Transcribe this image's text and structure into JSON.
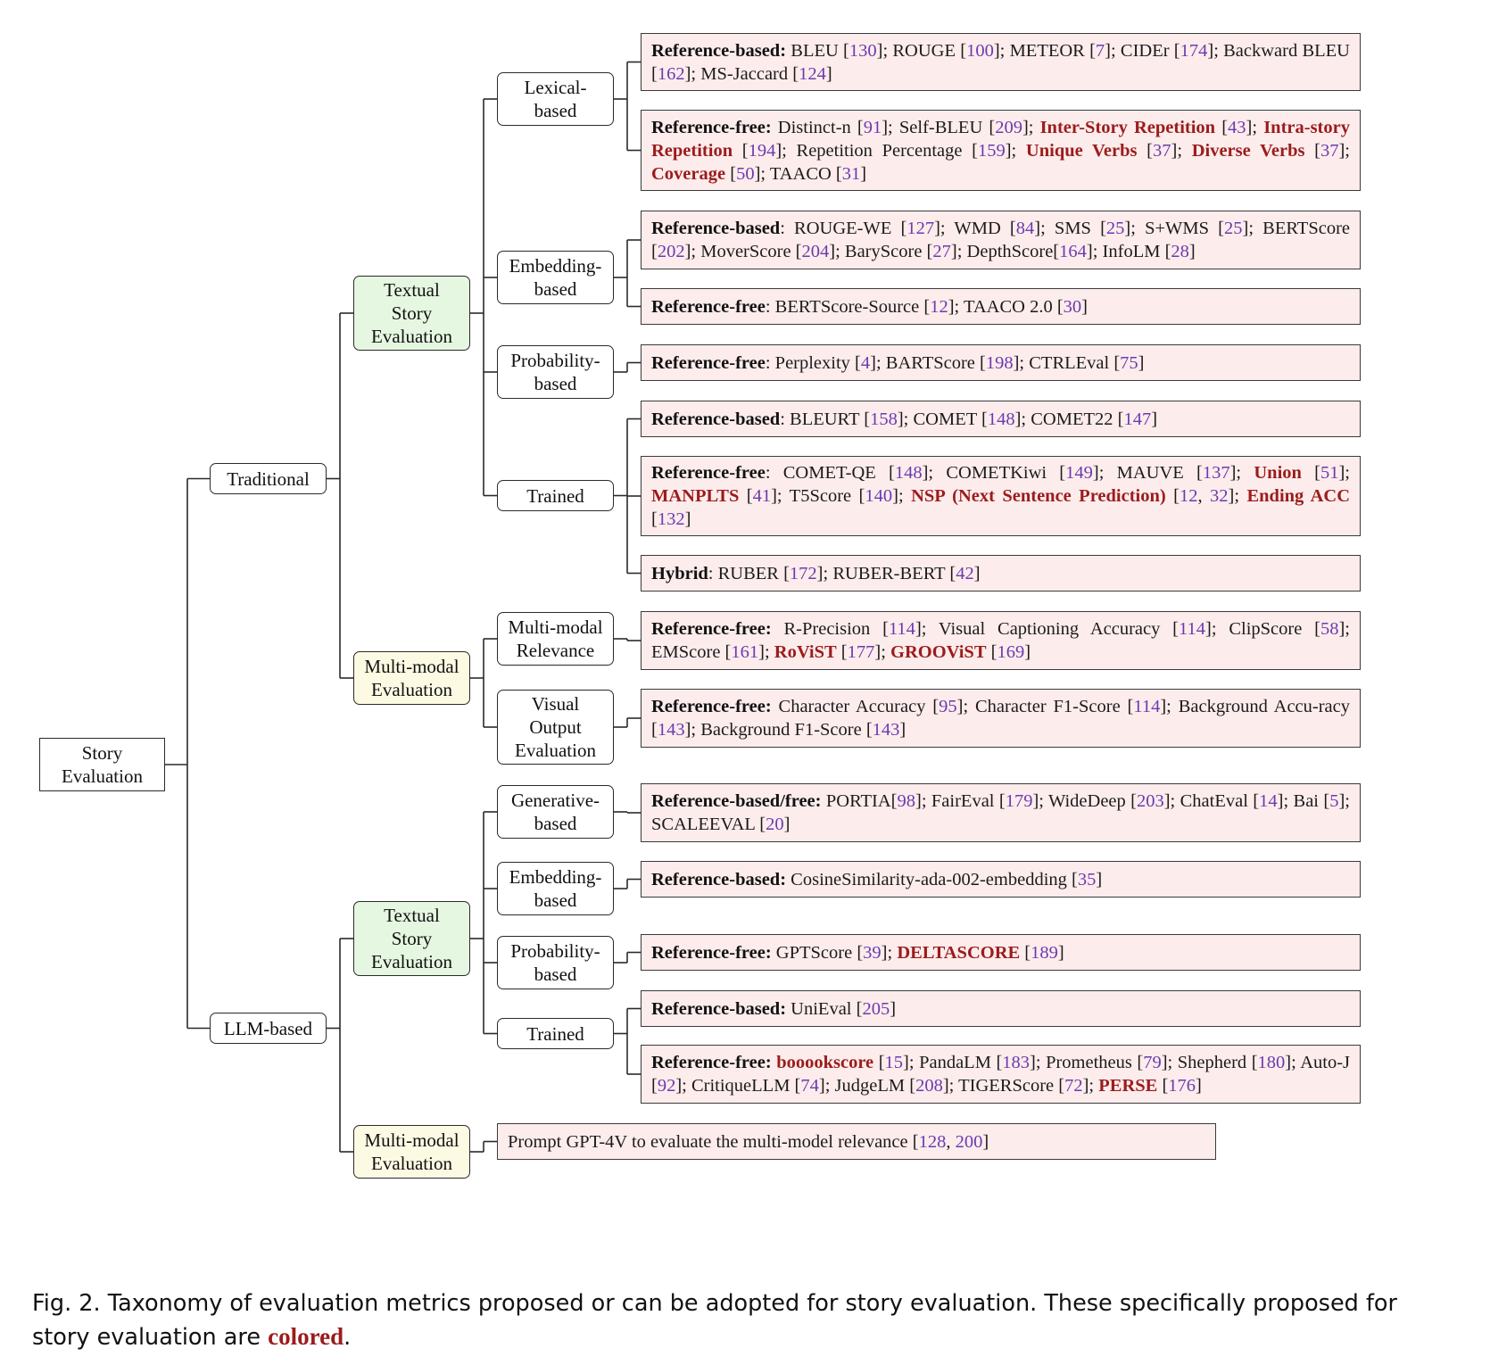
{
  "root": "Story\nEvaluation",
  "l1": {
    "traditional": "Traditional",
    "llm": "LLM-based"
  },
  "l2": {
    "trad_text": "Textual\nStory\nEvaluation",
    "trad_mm": "Multi-modal\nEvaluation",
    "llm_text": "Textual\nStory\nEvaluation",
    "llm_mm": "Multi-modal\nEvaluation"
  },
  "l3": {
    "lexical": "Lexical-\nbased",
    "embedding": "Embedding-\nbased",
    "probability": "Probability-\nbased",
    "trained": "Trained",
    "mm_relevance": "Multi-modal\nRelevance",
    "visual_output": "Visual\nOutput\nEvaluation",
    "generative": "Generative-\nbased",
    "llm_embedding": "Embedding-\nbased",
    "llm_probability": "Probability-\nbased",
    "llm_trained": "Trained"
  },
  "leaves": [
    {
      "id": "lex_ref",
      "segments": [
        {
          "t": "Reference-based:",
          "s": "b"
        },
        {
          "t": " BLEU ["
        },
        {
          "t": "130",
          "s": "r"
        },
        {
          "t": "]; ROUGE ["
        },
        {
          "t": "100",
          "s": "r"
        },
        {
          "t": "]; METEOR ["
        },
        {
          "t": "7",
          "s": "r"
        },
        {
          "t": "]; CIDEr ["
        },
        {
          "t": "174",
          "s": "r"
        },
        {
          "t": "]; Backward BLEU ["
        },
        {
          "t": "162",
          "s": "r"
        },
        {
          "t": "]; MS-Jaccard ["
        },
        {
          "t": "124",
          "s": "r"
        },
        {
          "t": "]"
        }
      ]
    },
    {
      "id": "lex_free",
      "segments": [
        {
          "t": "Reference-free:",
          "s": "b"
        },
        {
          "t": " Distinct-n ["
        },
        {
          "t": "91",
          "s": "r"
        },
        {
          "t": "]; Self-BLEU ["
        },
        {
          "t": "209",
          "s": "r"
        },
        {
          "t": "]; "
        },
        {
          "t": "Inter-Story Repetition",
          "s": "h"
        },
        {
          "t": " ["
        },
        {
          "t": "43",
          "s": "r"
        },
        {
          "t": "]; "
        },
        {
          "t": "Intra-story Repetition",
          "s": "h"
        },
        {
          "t": " ["
        },
        {
          "t": "194",
          "s": "r"
        },
        {
          "t": "]; Repetition Percentage ["
        },
        {
          "t": "159",
          "s": "r"
        },
        {
          "t": "]; "
        },
        {
          "t": "Unique Verbs",
          "s": "h"
        },
        {
          "t": " ["
        },
        {
          "t": "37",
          "s": "r"
        },
        {
          "t": "]; "
        },
        {
          "t": "Diverse Verbs",
          "s": "h"
        },
        {
          "t": " ["
        },
        {
          "t": "37",
          "s": "r"
        },
        {
          "t": "]; "
        },
        {
          "t": "Coverage",
          "s": "h"
        },
        {
          "t": " ["
        },
        {
          "t": "50",
          "s": "r"
        },
        {
          "t": "]; TAACO ["
        },
        {
          "t": "31",
          "s": "r"
        },
        {
          "t": "]"
        }
      ]
    },
    {
      "id": "emb_ref",
      "segments": [
        {
          "t": "Reference-based",
          "s": "b"
        },
        {
          "t": ": ROUGE-WE ["
        },
        {
          "t": "127",
          "s": "r"
        },
        {
          "t": "]; WMD ["
        },
        {
          "t": "84",
          "s": "r"
        },
        {
          "t": "]; SMS ["
        },
        {
          "t": "25",
          "s": "r"
        },
        {
          "t": "]; S+WMS ["
        },
        {
          "t": "25",
          "s": "r"
        },
        {
          "t": "]; BERTScore ["
        },
        {
          "t": "202",
          "s": "r"
        },
        {
          "t": "]; MoverScore ["
        },
        {
          "t": "204",
          "s": "r"
        },
        {
          "t": "]; BaryScore ["
        },
        {
          "t": "27",
          "s": "r"
        },
        {
          "t": "]; DepthScore["
        },
        {
          "t": "164",
          "s": "r"
        },
        {
          "t": "]; InfoLM ["
        },
        {
          "t": "28",
          "s": "r"
        },
        {
          "t": "]"
        }
      ]
    },
    {
      "id": "emb_free",
      "segments": [
        {
          "t": "Reference-free",
          "s": "b"
        },
        {
          "t": ": BERTScore-Source ["
        },
        {
          "t": "12",
          "s": "r"
        },
        {
          "t": "]; TAACO 2.0 ["
        },
        {
          "t": "30",
          "s": "r"
        },
        {
          "t": "]"
        }
      ]
    },
    {
      "id": "prob_free",
      "segments": [
        {
          "t": "Reference-free",
          "s": "b"
        },
        {
          "t": ": Perplexity ["
        },
        {
          "t": "4",
          "s": "r"
        },
        {
          "t": "]; BARTScore ["
        },
        {
          "t": "198",
          "s": "r"
        },
        {
          "t": "]; CTRLEval ["
        },
        {
          "t": "75",
          "s": "r"
        },
        {
          "t": "]"
        }
      ]
    },
    {
      "id": "tr_ref",
      "segments": [
        {
          "t": "Reference-based",
          "s": "b"
        },
        {
          "t": ": BLEURT ["
        },
        {
          "t": "158",
          "s": "r"
        },
        {
          "t": "]; COMET ["
        },
        {
          "t": "148",
          "s": "r"
        },
        {
          "t": "]; COMET22 ["
        },
        {
          "t": "147",
          "s": "r"
        },
        {
          "t": "]"
        }
      ]
    },
    {
      "id": "tr_free",
      "segments": [
        {
          "t": "Reference-free",
          "s": "b"
        },
        {
          "t": ": COMET-QE ["
        },
        {
          "t": "148",
          "s": "r"
        },
        {
          "t": "]; COMETKiwi ["
        },
        {
          "t": "149",
          "s": "r"
        },
        {
          "t": "]; MAUVE ["
        },
        {
          "t": "137",
          "s": "r"
        },
        {
          "t": "]; "
        },
        {
          "t": "Union",
          "s": "h"
        },
        {
          "t": " ["
        },
        {
          "t": "51",
          "s": "r"
        },
        {
          "t": "]; "
        },
        {
          "t": "MANPLTS",
          "s": "h"
        },
        {
          "t": " ["
        },
        {
          "t": "41",
          "s": "r"
        },
        {
          "t": "]; T5Score ["
        },
        {
          "t": "140",
          "s": "r"
        },
        {
          "t": "]; "
        },
        {
          "t": "NSP (Next Sentence Prediction)",
          "s": "h"
        },
        {
          "t": " ["
        },
        {
          "t": "12",
          "s": "r"
        },
        {
          "t": ", "
        },
        {
          "t": "32",
          "s": "r"
        },
        {
          "t": "]; "
        },
        {
          "t": "Ending ACC",
          "s": "h"
        },
        {
          "t": " ["
        },
        {
          "t": "132",
          "s": "r"
        },
        {
          "t": "]"
        }
      ]
    },
    {
      "id": "tr_hybrid",
      "segments": [
        {
          "t": "Hybrid",
          "s": "b"
        },
        {
          "t": ": RUBER ["
        },
        {
          "t": "172",
          "s": "r"
        },
        {
          "t": "]; RUBER-BERT ["
        },
        {
          "t": "42",
          "s": "r"
        },
        {
          "t": "]"
        }
      ]
    },
    {
      "id": "mmr_free",
      "segments": [
        {
          "t": "Reference-free:",
          "s": "b"
        },
        {
          "t": " R-Precision ["
        },
        {
          "t": "114",
          "s": "r"
        },
        {
          "t": "]; Visual Captioning Accuracy ["
        },
        {
          "t": "114",
          "s": "r"
        },
        {
          "t": "]; ClipScore ["
        },
        {
          "t": "58",
          "s": "r"
        },
        {
          "t": "]; EMScore ["
        },
        {
          "t": "161",
          "s": "r"
        },
        {
          "t": "]; "
        },
        {
          "t": "RoViST",
          "s": "h"
        },
        {
          "t": " ["
        },
        {
          "t": "177",
          "s": "r"
        },
        {
          "t": "]; "
        },
        {
          "t": "GROOViST",
          "s": "h"
        },
        {
          "t": " ["
        },
        {
          "t": "169",
          "s": "r"
        },
        {
          "t": "]"
        }
      ]
    },
    {
      "id": "vo_free",
      "segments": [
        {
          "t": "Reference-free:",
          "s": "b"
        },
        {
          "t": " Character Accuracy ["
        },
        {
          "t": "95",
          "s": "r"
        },
        {
          "t": "]; Character F1-Score ["
        },
        {
          "t": "114",
          "s": "r"
        },
        {
          "t": "]; Background Accu-racy ["
        },
        {
          "t": "143",
          "s": "r"
        },
        {
          "t": "]; Background F1-Score ["
        },
        {
          "t": "143",
          "s": "r"
        },
        {
          "t": "]"
        }
      ]
    },
    {
      "id": "gen_both",
      "segments": [
        {
          "t": "Reference-based/free:",
          "s": "b"
        },
        {
          "t": " PORTIA["
        },
        {
          "t": "98",
          "s": "r"
        },
        {
          "t": "]; FairEval ["
        },
        {
          "t": "179",
          "s": "r"
        },
        {
          "t": "]; WideDeep ["
        },
        {
          "t": "203",
          "s": "r"
        },
        {
          "t": "]; ChatEval ["
        },
        {
          "t": "14",
          "s": "r"
        },
        {
          "t": "]; Bai ["
        },
        {
          "t": "5",
          "s": "r"
        },
        {
          "t": "]; SCALEEVAL ["
        },
        {
          "t": "20",
          "s": "r"
        },
        {
          "t": "]"
        }
      ]
    },
    {
      "id": "lemb_ref",
      "segments": [
        {
          "t": "Reference-based:",
          "s": "b"
        },
        {
          "t": " CosineSimilarity-ada-002-embedding ["
        },
        {
          "t": "35",
          "s": "r"
        },
        {
          "t": "]"
        }
      ]
    },
    {
      "id": "lprob_free",
      "segments": [
        {
          "t": "Reference-free:",
          "s": "b"
        },
        {
          "t": " GPTScore ["
        },
        {
          "t": "39",
          "s": "r"
        },
        {
          "t": "]; "
        },
        {
          "t": "DELTASCORE",
          "s": "h"
        },
        {
          "t": " ["
        },
        {
          "t": "189",
          "s": "r"
        },
        {
          "t": "]"
        }
      ]
    },
    {
      "id": "ltr_ref",
      "segments": [
        {
          "t": "Reference-based:",
          "s": "b"
        },
        {
          "t": " UniEval ["
        },
        {
          "t": "205",
          "s": "r"
        },
        {
          "t": "]"
        }
      ]
    },
    {
      "id": "ltr_free",
      "segments": [
        {
          "t": "Reference-free:",
          "s": "b"
        },
        {
          "t": " "
        },
        {
          "t": "booookscore",
          "s": "h"
        },
        {
          "t": " ["
        },
        {
          "t": "15",
          "s": "r"
        },
        {
          "t": "]; PandaLM ["
        },
        {
          "t": "183",
          "s": "r"
        },
        {
          "t": "]; Prometheus ["
        },
        {
          "t": "79",
          "s": "r"
        },
        {
          "t": "]; Shepherd ["
        },
        {
          "t": "180",
          "s": "r"
        },
        {
          "t": "]; Auto-J ["
        },
        {
          "t": "92",
          "s": "r"
        },
        {
          "t": "]; CritiqueLLM ["
        },
        {
          "t": "74",
          "s": "r"
        },
        {
          "t": "]; JudgeLM ["
        },
        {
          "t": "208",
          "s": "r"
        },
        {
          "t": "]; TIGERScore ["
        },
        {
          "t": "72",
          "s": "r"
        },
        {
          "t": "]; "
        },
        {
          "t": "PERSE",
          "s": "h"
        },
        {
          "t": " ["
        },
        {
          "t": "176",
          "s": "r"
        },
        {
          "t": "]"
        }
      ]
    },
    {
      "id": "lmm",
      "segments": [
        {
          "t": "Prompt GPT-4V to evaluate the multi-model relevance ["
        },
        {
          "t": "128",
          "s": "r"
        },
        {
          "t": ", "
        },
        {
          "t": "200",
          "s": "r"
        },
        {
          "t": "]"
        }
      ]
    }
  ],
  "caption": {
    "text": "Fig. 2.  Taxonomy of evaluation metrics proposed or can be adopted for story evaluation. These specifically proposed for story evaluation are ",
    "highlight": "colored",
    "end": "."
  },
  "colors": {
    "highlight": "#9b1c1c",
    "citation": "#6a3bb0",
    "leaf_fill": "#fdecec",
    "textual_fill": "#e6f7e1",
    "multimodal_fill": "#fdfae3"
  }
}
